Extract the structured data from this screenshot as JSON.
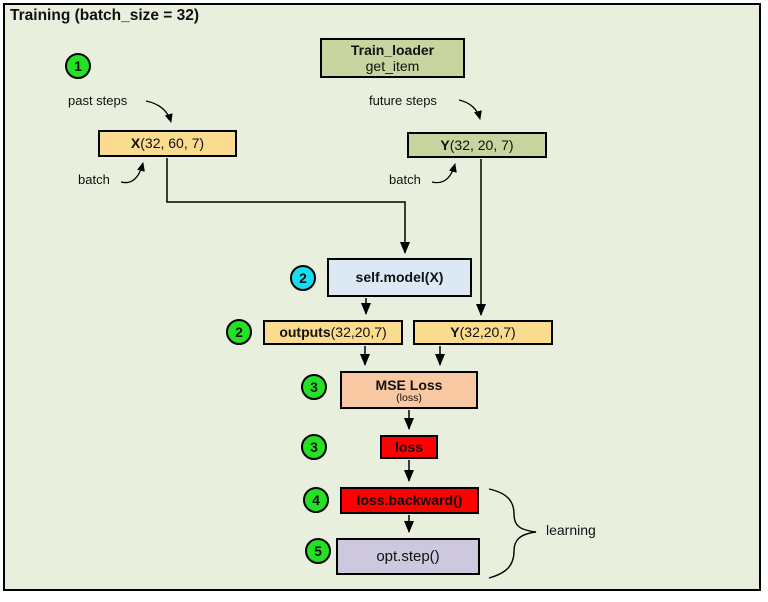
{
  "title": "Training (batch_size = 32)",
  "colors": {
    "background": "#e9efdd",
    "frame_border": "#000000",
    "arrow": "#000000",
    "badge_green": "#24e124",
    "badge_cyan": "#14dff0"
  },
  "badges": [
    {
      "num": "1",
      "color": "#24e124"
    },
    {
      "num": "2",
      "color": "#14dff0"
    },
    {
      "num": "2",
      "color": "#24e124"
    },
    {
      "num": "3",
      "color": "#24e124"
    },
    {
      "num": "3",
      "color": "#24e124"
    },
    {
      "num": "4",
      "color": "#24e124"
    },
    {
      "num": "5",
      "color": "#24e124"
    }
  ],
  "nodes": {
    "train_loader": {
      "title": "Train_loader",
      "subtitle": "get_item",
      "fill": "#c8d5a1"
    },
    "x_input": {
      "bold": "X",
      "rest": " (32, 60, 7)",
      "fill": "#fadc8e"
    },
    "y_target": {
      "bold": "Y",
      "rest": " (32, 20, 7)",
      "fill": "#c8d5a1"
    },
    "model": {
      "label": "self.model(X)",
      "fill": "#dce9f5"
    },
    "outputs": {
      "bold": "outputs",
      "rest": " (32,20,7)",
      "fill": "#fadc8e"
    },
    "y_batch": {
      "bold": "Y",
      "rest": " (32,20,7)",
      "fill": "#fadc8e"
    },
    "mse": {
      "label": "MSE Loss",
      "sub": "(loss)",
      "fill": "#f8c8a2"
    },
    "loss": {
      "label": "loss",
      "fill": "#ff0000"
    },
    "backward": {
      "label": "loss.backward()",
      "fill": "#ff0000"
    },
    "opt_step": {
      "label": "opt.step()",
      "fill": "#cdc8dd"
    }
  },
  "labels": {
    "past_steps": "past steps",
    "future_steps": "future steps",
    "batch_left": "batch",
    "batch_right": "batch",
    "learning": "learning"
  }
}
